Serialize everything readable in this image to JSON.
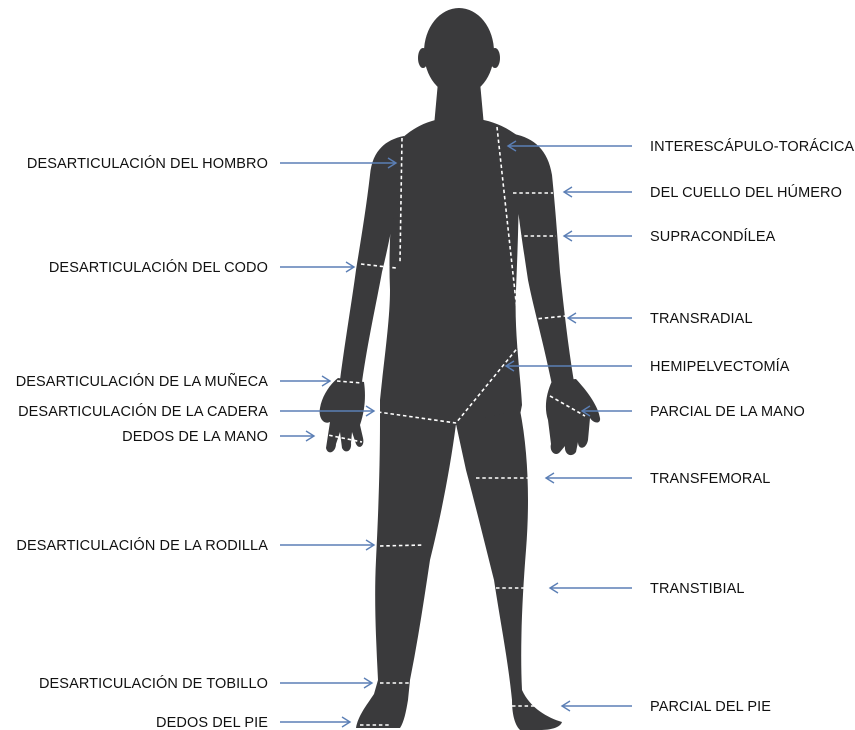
{
  "colors": {
    "silhouette": "#3a3a3c",
    "cut_line": "#ffffff",
    "arrow": "#5b7fb5",
    "label_text": "#111111"
  },
  "labels_left": {
    "shoulder": "DESARTICULACIÓN DEL HOMBRO",
    "elbow": "DESARTICULACIÓN DEL CODO",
    "wrist": "DESARTICULACIÓN DE LA MUÑECA",
    "hip": "DESARTICULACIÓN DE LA CADERA",
    "fingers": "DEDOS DE LA MANO",
    "knee": "DESARTICULACIÓN DE LA RODILLA",
    "ankle": "DESARTICULACIÓN DE TOBILLO",
    "toes": "DEDOS DEL PIE"
  },
  "labels_right": {
    "interscapulothoracic": "INTERESCÁPULO-TORÁCICA",
    "humeral_neck": "DEL CUELLO DEL HÚMERO",
    "supracondylar": "SUPRACONDÍLEA",
    "transradial": "TRANSRADIAL",
    "hemipelvectomy": "HEMIPELVECTOMÍA",
    "partial_hand": "PARCIAL DE LA MANO",
    "transfemoral": "TRANSFEMORAL",
    "transtibial": "TRANSTIBIAL",
    "partial_foot": "PARCIAL DEL PIE"
  }
}
